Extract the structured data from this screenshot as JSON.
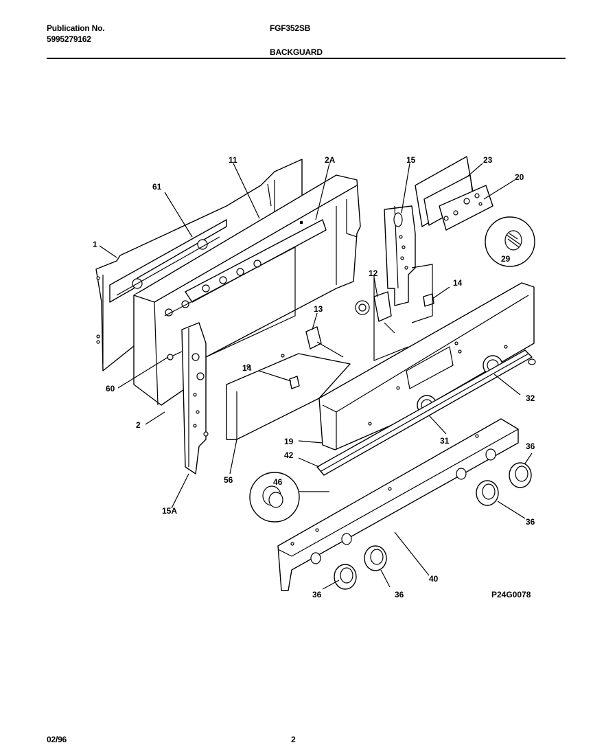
{
  "header": {
    "pub_label": "Publication No.",
    "pub_number": "5995279162",
    "model": "FGF352SB",
    "section": "BACKGUARD"
  },
  "footer": {
    "date": "02/96",
    "page": "2",
    "drawing_code": "P24G0078"
  },
  "callouts": {
    "c1": "1",
    "c11": "11",
    "c2a": "2A",
    "c15": "15",
    "c23": "23",
    "c20": "20",
    "c61": "61",
    "c29": "29",
    "c12": "12",
    "c14a": "14",
    "c13": "13",
    "c14b": "14",
    "c60": "60",
    "c2": "2",
    "c32": "32",
    "c19": "19",
    "c31": "31",
    "c42": "42",
    "c56": "56",
    "c46": "46",
    "c15a": "15A",
    "c36a": "36",
    "c36b": "36",
    "c36c": "36",
    "c36d": "36",
    "c40": "40"
  }
}
